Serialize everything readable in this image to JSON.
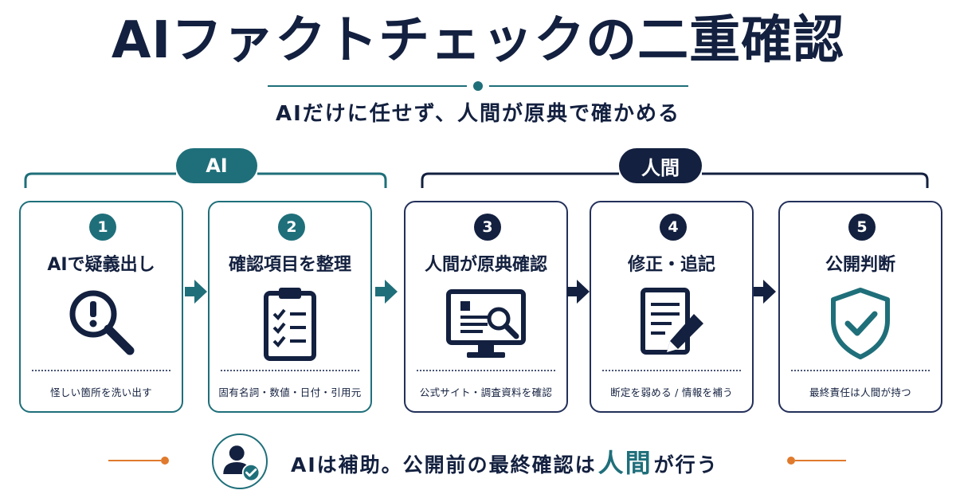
{
  "title": "AIファクトチェックの二重確認",
  "subtitle": "AIだけに任せず、人間が原典で確かめる",
  "groups": {
    "ai_label": "AI",
    "human_label": "人間"
  },
  "steps": [
    {
      "number": "1",
      "title": "AIで疑義出し",
      "description": "怪しい箇所を洗い出す",
      "icon": "magnifier-exclamation-icon",
      "group": "ai"
    },
    {
      "number": "2",
      "title": "確認項目を整理",
      "description": "固有名詞・数値・日付・引用元",
      "icon": "checklist-clipboard-icon",
      "group": "ai"
    },
    {
      "number": "3",
      "title": "人間が原典確認",
      "description": "公式サイト・調査資料を確認",
      "icon": "monitor-document-search-icon",
      "group": "human"
    },
    {
      "number": "4",
      "title": "修正・追記",
      "description": "断定を弱める / 情報を補う",
      "icon": "document-pencil-icon",
      "group": "human"
    },
    {
      "number": "5",
      "title": "公開判断",
      "description": "最終責任は人間が持つ",
      "icon": "shield-check-icon",
      "group": "human"
    }
  ],
  "footer": {
    "text_before": "AIは補助。公開前の最終確認は",
    "emphasis": "人間",
    "text_after": "が行う",
    "icon": "person-check-icon"
  },
  "colors": {
    "navy": "#13203f",
    "teal": "#1f6f7a",
    "orange": "#e07a2c"
  }
}
